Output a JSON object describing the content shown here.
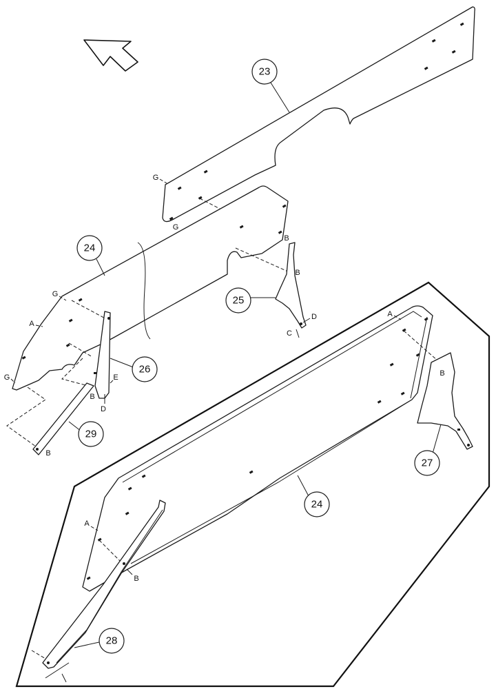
{
  "colors": {
    "line": "#1a1a1a",
    "background": "#ffffff"
  },
  "direction_arrow": {
    "icon": "direction-arrow-icon"
  },
  "callouts": {
    "c23": "23",
    "c24_upper": "24",
    "c25": "25",
    "c26": "26",
    "c29": "29",
    "c24_lower": "24",
    "c27": "27",
    "c28": "28"
  },
  "letters": {
    "g1": "G",
    "g2": "G",
    "g3": "G",
    "g4": "G",
    "a1": "A",
    "a2": "A",
    "a3": "A",
    "b1": "B",
    "b2": "B",
    "b3": "B",
    "b4": "B",
    "b5": "B",
    "b6": "B",
    "c1": "C",
    "d1": "D",
    "d2": "D",
    "e1": "E"
  }
}
